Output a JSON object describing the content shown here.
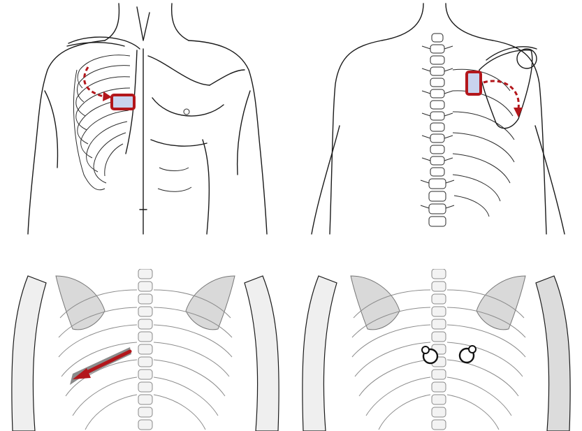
{
  "colors": {
    "marker_red": "#b3161b",
    "marker_fill": "#c9d3ee",
    "outline": "#1a1a1a",
    "shading_gray": "#cfcfcf"
  },
  "panels": [
    {
      "view": "anterior-chest",
      "marker": "rectangle",
      "arrow": "dashed-curved"
    },
    {
      "view": "posterior-back-scapula",
      "marker": "rectangle",
      "arrow": "dashed-curved"
    },
    {
      "view": "posterior-thorax-shaded",
      "marker": "none",
      "arrow": "solid-straight"
    },
    {
      "view": "posterior-thorax-shaded",
      "marker": "two-circles",
      "arrow": "none"
    }
  ]
}
